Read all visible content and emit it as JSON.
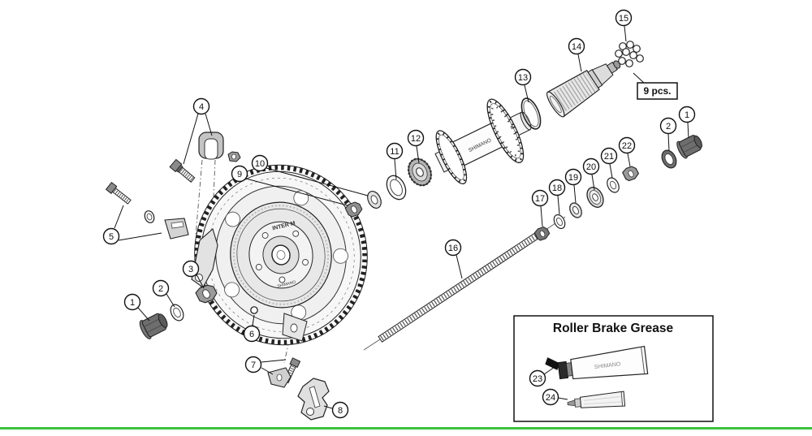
{
  "page": {
    "background": "#ffffff",
    "divider_color": "#3cc33c",
    "line_color": "#111111"
  },
  "callouts": {
    "n1": "1",
    "n2": "2",
    "n3": "3",
    "n4": "4",
    "n5": "5",
    "n6": "6",
    "n7": "7",
    "n8": "8",
    "n9": "9",
    "n10": "10",
    "n11": "11",
    "n12": "12",
    "n13": "13",
    "n14": "14",
    "n15": "15",
    "n16": "16",
    "n17": "17",
    "n18": "18",
    "n19": "19",
    "n20": "20",
    "n21": "21",
    "n22": "22",
    "n23": "23",
    "n24": "24"
  },
  "labels": {
    "nine_pcs": "9 pcs.",
    "grease_box_title": "Roller Brake Grease",
    "brake_unit_text": "INTER M",
    "hub_text": "SHIMANO",
    "tube_text": "SHIMANO"
  }
}
